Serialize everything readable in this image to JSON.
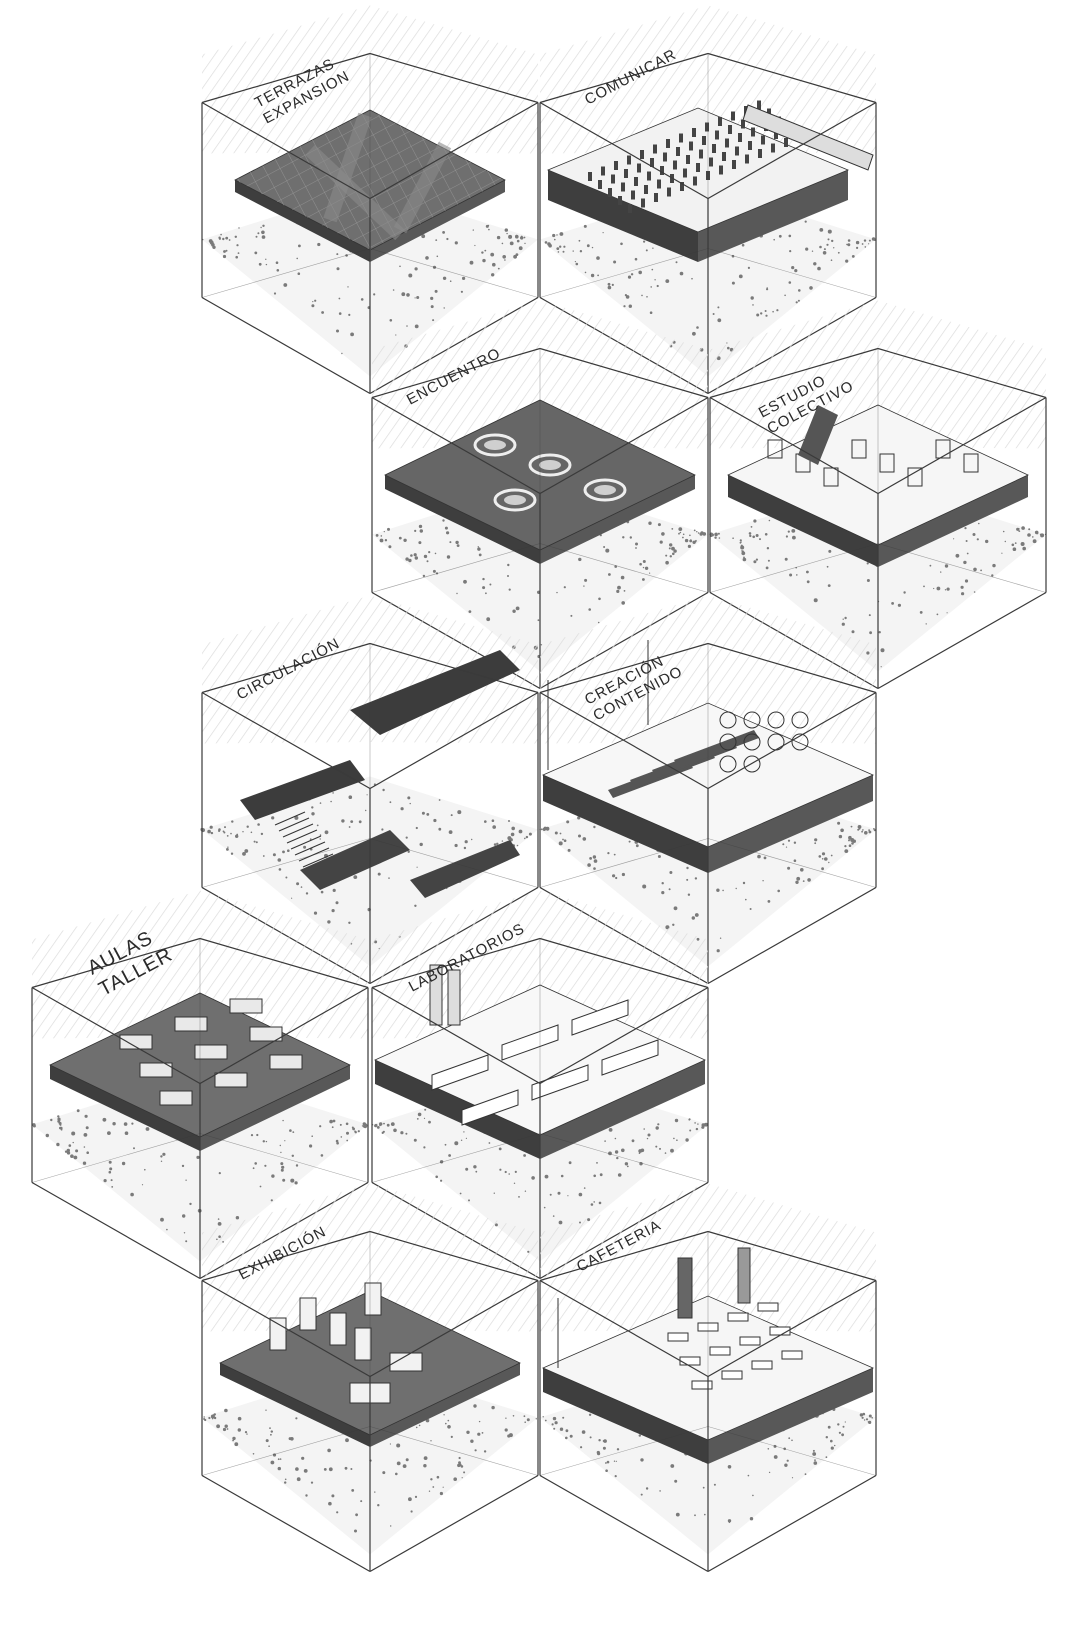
{
  "cubes": [
    {
      "id": "terrazas-expansion",
      "lines": [
        "TERRAZAS",
        "EXPANSION"
      ],
      "content": "terrace-slab"
    },
    {
      "id": "comunicar",
      "lines": [
        "COMUNICAR"
      ],
      "content": "auditorium"
    },
    {
      "id": "encuentro",
      "lines": [
        "ENCUENTRO"
      ],
      "content": "meeting-pods"
    },
    {
      "id": "estudio-colectivo",
      "lines": [
        "ESTUDIO",
        "COLECTIVO"
      ],
      "content": "study-area"
    },
    {
      "id": "circulacion",
      "lines": [
        "CIRCULACIÓN"
      ],
      "content": "stairs-ramps"
    },
    {
      "id": "creacion-contenido",
      "lines": [
        "CREACIÓN",
        "CONTENIDO"
      ],
      "content": "media-studio"
    },
    {
      "id": "aulas-taller",
      "lines": [
        "AULAS",
        "TALLER"
      ],
      "content": "classroom-desks"
    },
    {
      "id": "laboratorios",
      "lines": [
        "LABORATORIOS"
      ],
      "content": "lab-modules"
    },
    {
      "id": "exhibicion",
      "lines": [
        "EXHIBICIÓN"
      ],
      "content": "exhibit-panels"
    },
    {
      "id": "cafeteria",
      "lines": [
        "CAFETERIA"
      ],
      "content": "cafe-tables"
    }
  ],
  "colors": {
    "line": "#3a3a3a",
    "slab": "#6f6f6f",
    "slab_dark": "#505050",
    "hatch": "#d9d9d9",
    "gravel": "#7a7a7a",
    "label": "#2a2a2a"
  }
}
